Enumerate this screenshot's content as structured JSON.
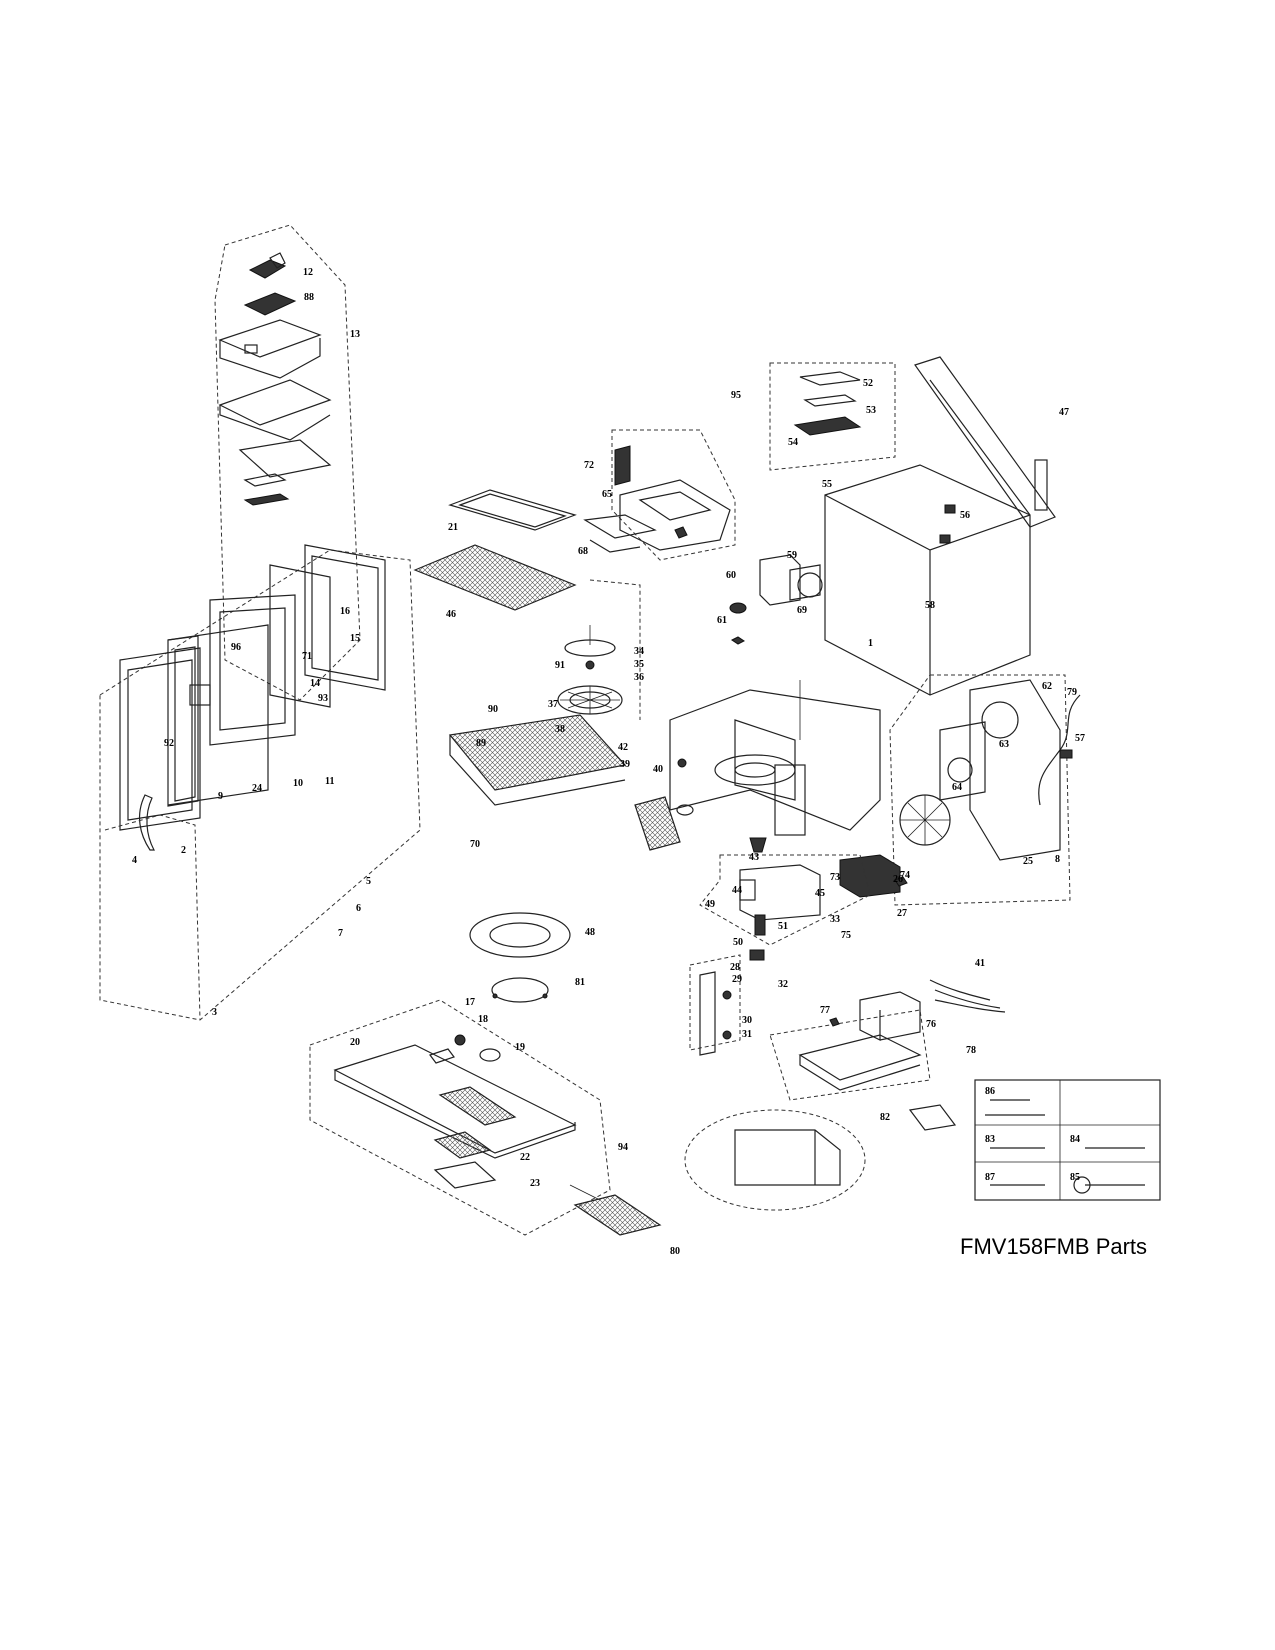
{
  "title": "FMV158FMB Parts",
  "callouts": [
    "1",
    "2",
    "3",
    "4",
    "5",
    "6",
    "7",
    "8",
    "9",
    "10",
    "11",
    "12",
    "13",
    "14",
    "15",
    "16",
    "17",
    "18",
    "19",
    "20",
    "21",
    "22",
    "23",
    "24",
    "25",
    "26",
    "27",
    "28",
    "29",
    "30",
    "31",
    "32",
    "33",
    "34",
    "35",
    "36",
    "37",
    "38",
    "39",
    "40",
    "41",
    "42",
    "43",
    "44",
    "45",
    "46",
    "47",
    "48",
    "49",
    "50",
    "51",
    "52",
    "53",
    "54",
    "55",
    "56",
    "57",
    "58",
    "59",
    "60",
    "61",
    "62",
    "63",
    "64",
    "65",
    "68",
    "69",
    "70",
    "71",
    "72",
    "73",
    "74",
    "75",
    "76",
    "77",
    "78",
    "79",
    "80",
    "81",
    "82",
    "83",
    "84",
    "85",
    "86",
    "87",
    "88",
    "89",
    "90",
    "91",
    "92",
    "93",
    "94",
    "95",
    "96"
  ]
}
